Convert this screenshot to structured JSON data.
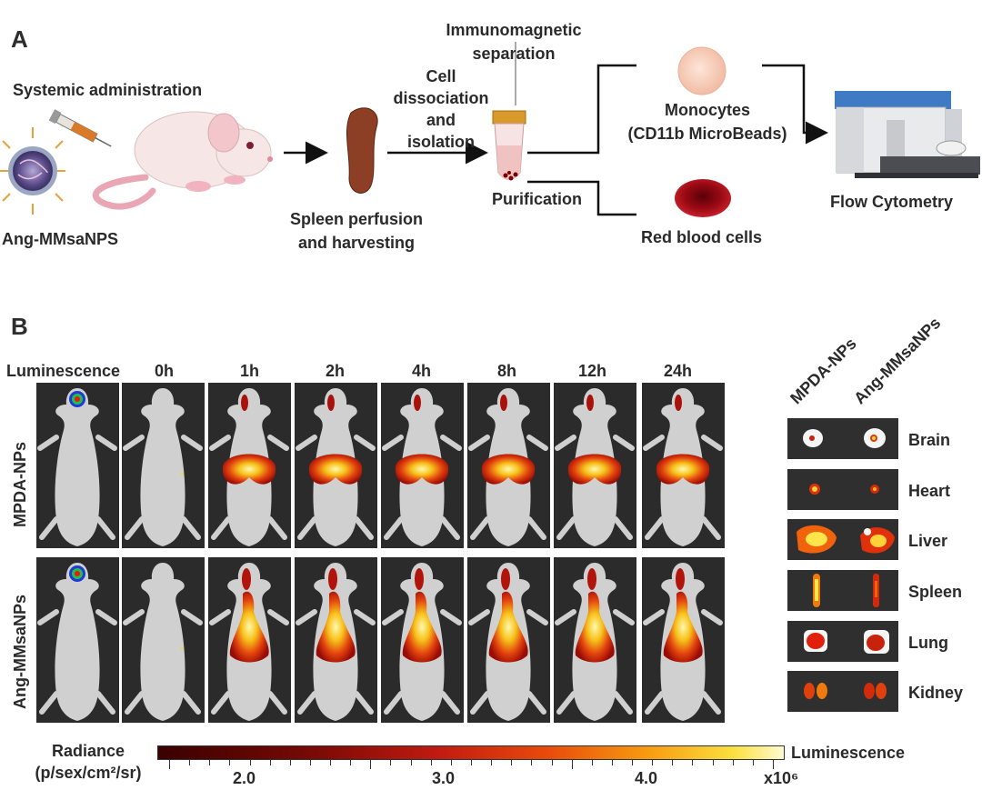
{
  "panel_a": {
    "letter": "A",
    "systemic_administration": "Systemic administration",
    "nanoparticle": "Ang-MMsaNPS",
    "spleen_line1": "Spleen perfusion",
    "spleen_line2": "and harvesting",
    "cell_line1": "Cell",
    "cell_line2": "dissociation",
    "cell_line3": "and",
    "cell_line4": "isolation",
    "immuno_line1": "Immunomagnetic",
    "immuno_line2": "separation",
    "purification": "Purification",
    "monocytes_line1": "Monocytes",
    "monocytes_line2": "(CD11b MicroBeads)",
    "rbc": "Red blood cells",
    "flow": "Flow Cytometry"
  },
  "panel_b": {
    "letter": "B",
    "columns": [
      "Luminescence",
      "0h",
      "1h",
      "2h",
      "4h",
      "8h",
      "12h",
      "24h"
    ],
    "rows": [
      "MPDA-NPs",
      "Ang-MMsaNPs"
    ],
    "organ_columns": [
      "MPDA-NPs",
      "Ang-MMsaNPs"
    ],
    "organs": [
      "Brain",
      "Heart",
      "Liver",
      "Spleen",
      "Lung",
      "Kidney"
    ]
  },
  "colorbar": {
    "title_line1": "Radiance",
    "title_line2": "(p/sex/cm²/sr)",
    "label_right": "Luminescence",
    "ticks": [
      "2.0",
      "3.0",
      "4.0"
    ],
    "exponent": "x10⁶",
    "colors": [
      "#3a0000",
      "#c21b10",
      "#f79a10",
      "#fbe040"
    ]
  }
}
